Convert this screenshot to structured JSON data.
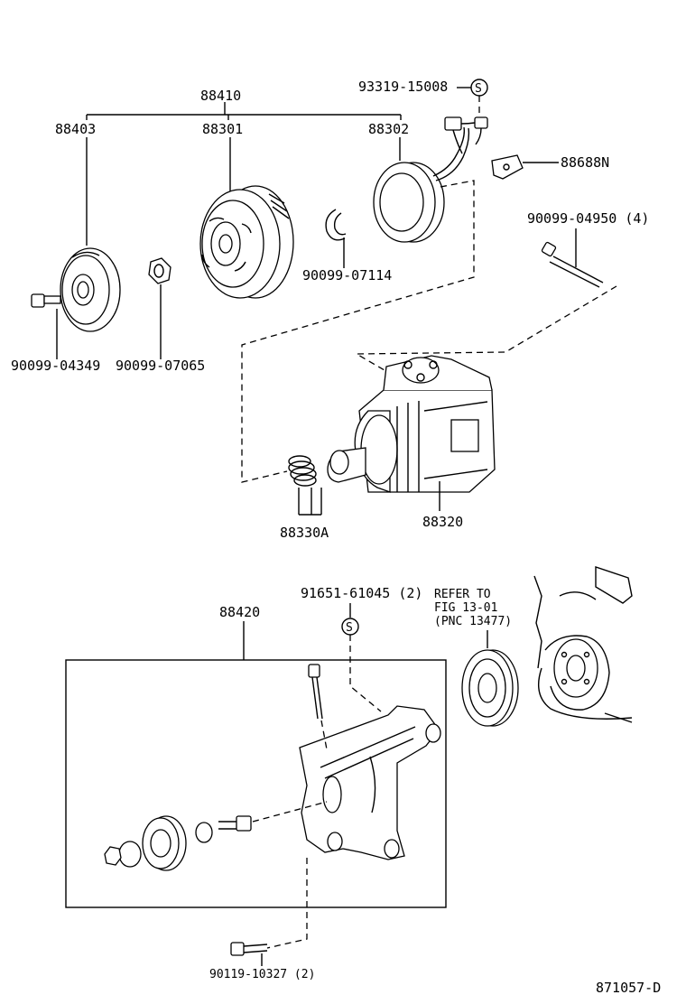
{
  "labels": {
    "assy": "88410",
    "hub": "88403",
    "pulley": "88301",
    "stator": "88302",
    "sensor_clip": "93319-15008",
    "bracket_small": "88688N",
    "bolt_4": "90099-04950 (4)",
    "snap_ring": "90099-07114",
    "hub_bolt": "90099-04349",
    "shim": "90099-07065",
    "compressor": "88320",
    "valve": "88330A",
    "bracket_assy": "88420",
    "stud_bolt": "91651-61045 (2)",
    "refer_line1": "REFER TO",
    "refer_line2": "FIG 13-01",
    "refer_line3": "(PNC 13477)",
    "mount_bolt": "90119-10327 (2)",
    "diagram_id": "871057-D",
    "s_mark": "S"
  }
}
